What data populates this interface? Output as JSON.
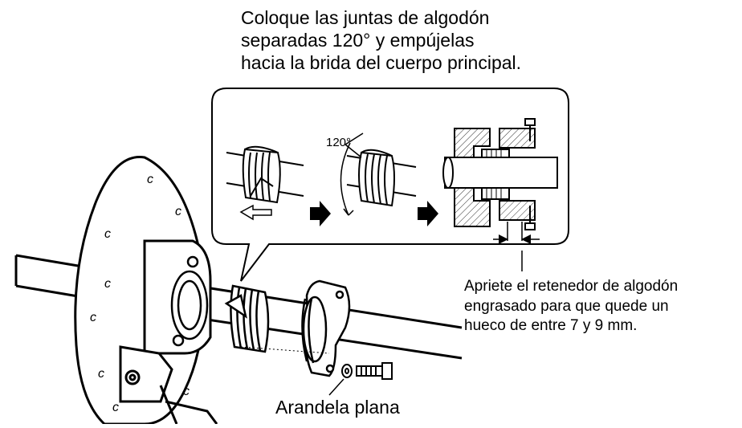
{
  "top_note": {
    "line1": "Coloque las juntas de algodón",
    "line2": "separadas 120° y empújelas",
    "line3": "hacia la brida del cuerpo principal."
  },
  "callout": {
    "angle_label": "120°"
  },
  "right_note": {
    "line1": "Apriete el retenedor de algodón",
    "line2": "engrasado para que quede un",
    "line3": "hueco de entre 7 y 9 mm."
  },
  "washer_label": "Arandela plana",
  "colors": {
    "ink": "#000000",
    "background": "#ffffff",
    "hatch": "#333333"
  }
}
